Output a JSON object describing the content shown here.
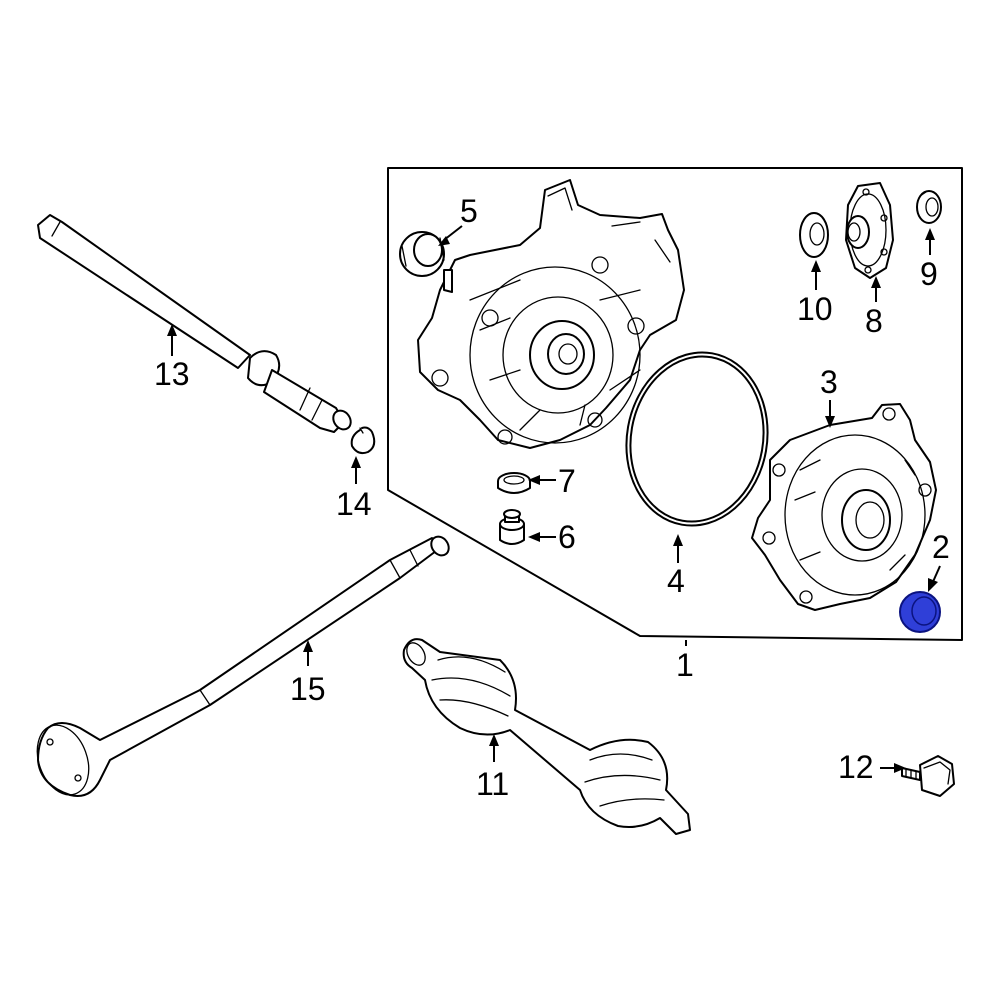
{
  "colors": {
    "line": "#000000",
    "background": "#ffffff",
    "highlight_fill": "#2f3fd8",
    "highlight_stroke": "#0b1380"
  },
  "highlighted_part": "2",
  "callouts": {
    "c1": "1",
    "c2": "2",
    "c3": "3",
    "c4": "4",
    "c5": "5",
    "c6": "6",
    "c7": "7",
    "c8": "8",
    "c9": "9",
    "c10": "10",
    "c11": "11",
    "c12": "12",
    "c13": "13",
    "c14": "14",
    "c15": "15"
  }
}
